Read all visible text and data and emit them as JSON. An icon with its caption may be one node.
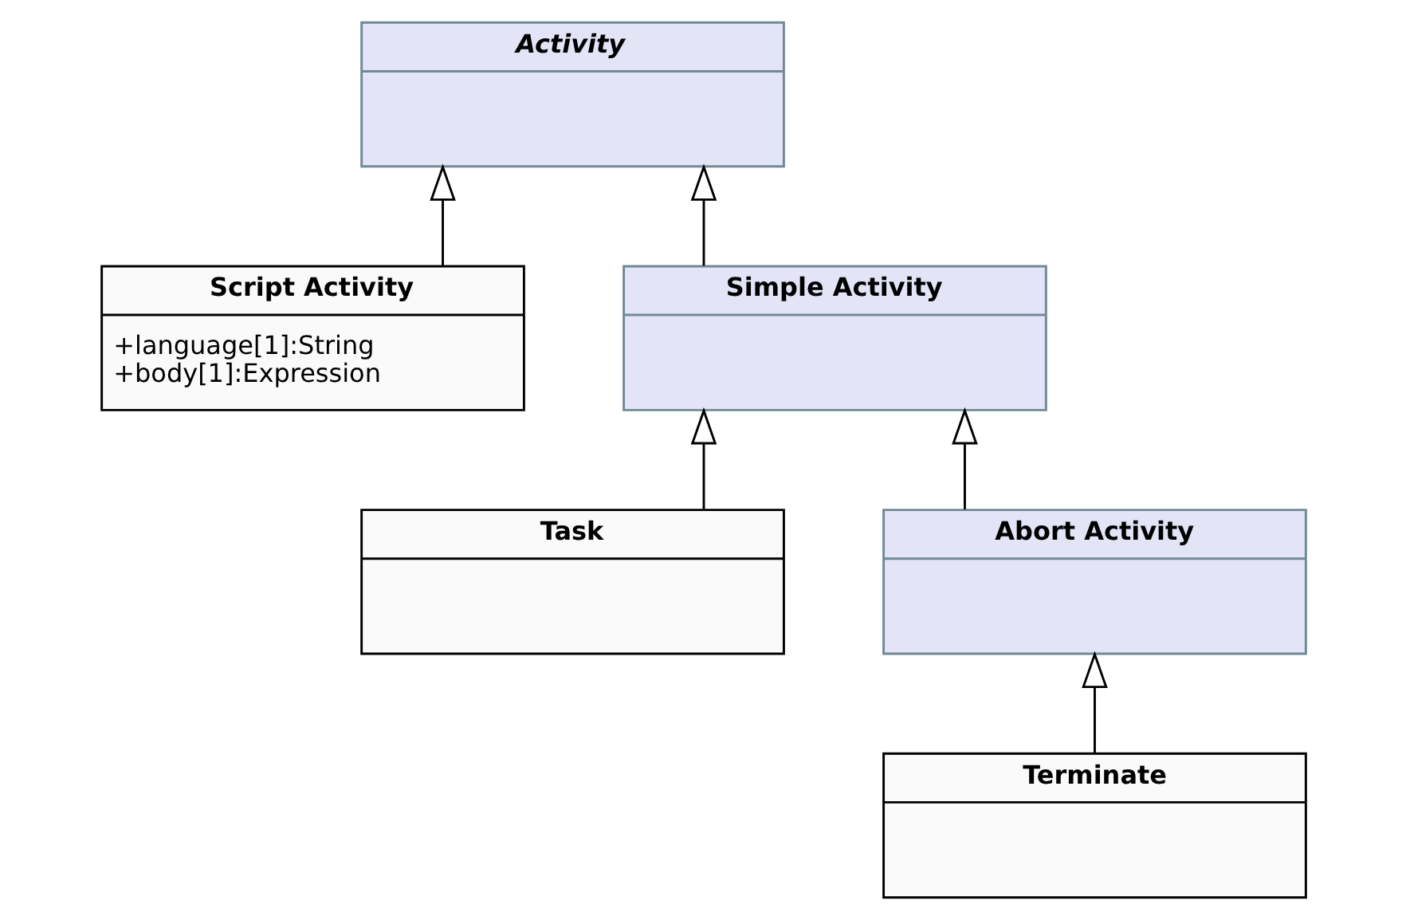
{
  "diagram": {
    "nodes": [
      {
        "text": [
          "Activity"
        ]
      },
      {
        "text": [
          "Script Activity",
          "+language[1]:String",
          "+body[1]:Expression"
        ]
      },
      {
        "text": [
          "Simple Activity"
        ]
      },
      {
        "text": [
          "Task"
        ]
      },
      {
        "text": [
          "Abort Activity"
        ]
      },
      {
        "text": [
          "Terminate"
        ]
      }
    ],
    "edges": [
      {
        "from": 1,
        "to": 0,
        "arrow": "to"
      },
      {
        "from": 2,
        "to": 0,
        "arrow": "to"
      },
      {
        "from": 3,
        "to": 2,
        "arrow": "to"
      },
      {
        "from": 4,
        "to": 2,
        "arrow": "to"
      },
      {
        "from": 5,
        "to": 4,
        "arrow": "to"
      }
    ]
  }
}
